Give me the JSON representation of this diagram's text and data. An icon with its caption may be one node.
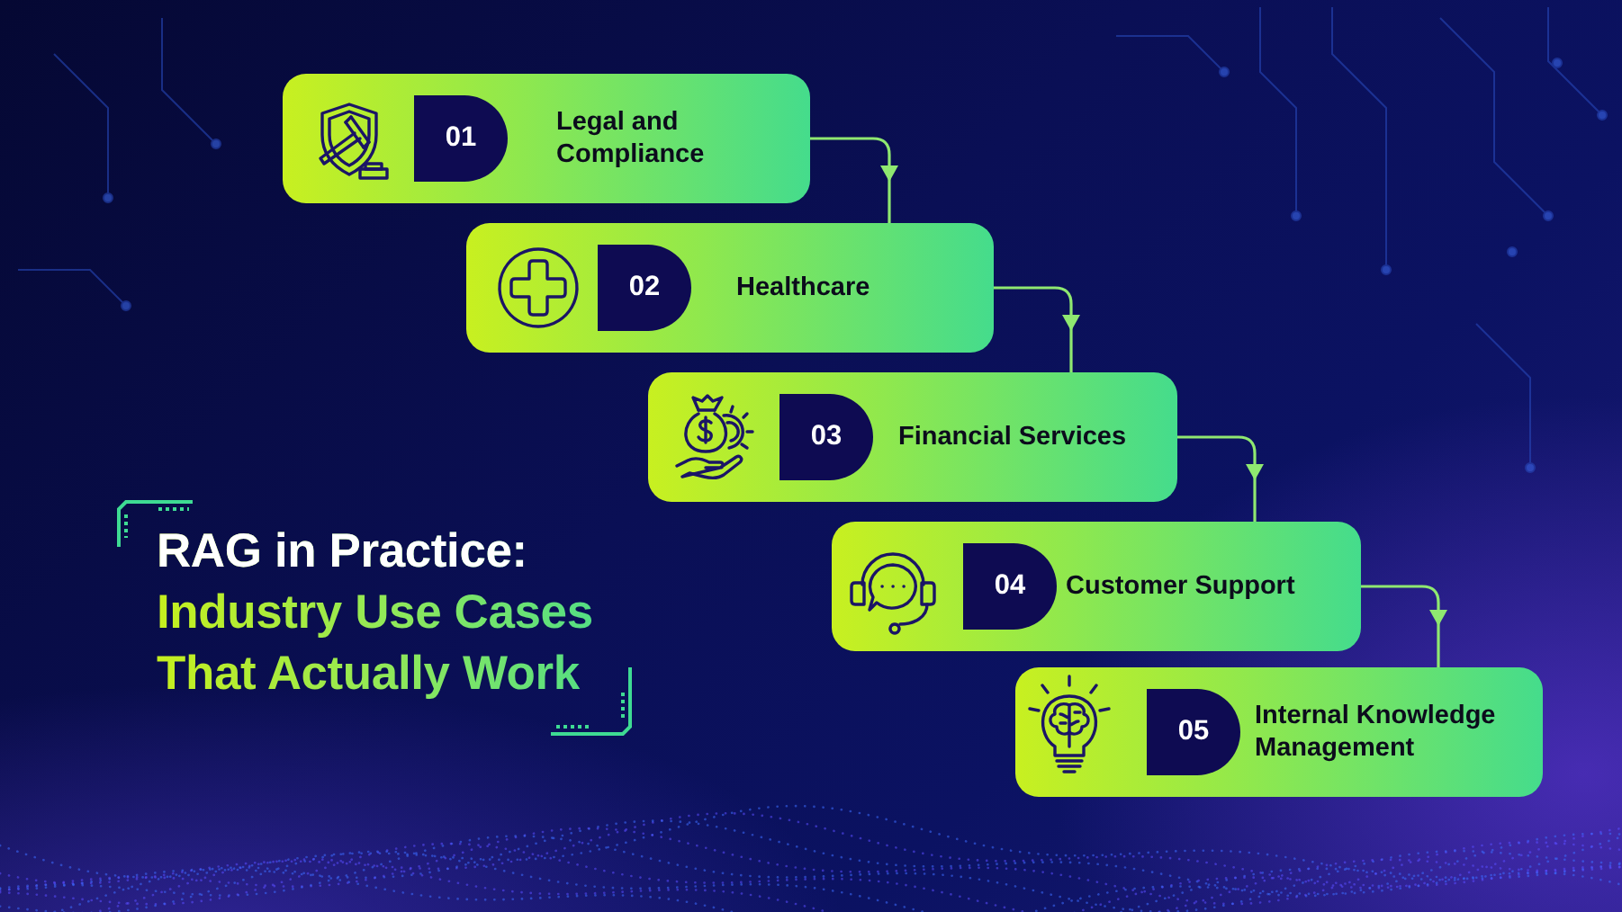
{
  "diagram": {
    "title": "RAG in Practice: Industry Use Cases That Actually Work",
    "nodes": [
      {
        "text": [
          "Legal and Compliance"
        ]
      },
      {
        "text": [
          "01"
        ],
        "in": 0
      },
      {
        "text": [
          "Healthcare"
        ]
      },
      {
        "text": [
          "02"
        ],
        "in": 2
      },
      {
        "text": [
          "Financial Services"
        ]
      },
      {
        "text": [
          "03"
        ],
        "in": 4
      },
      {
        "text": [
          "Customer Support"
        ]
      },
      {
        "text": [
          "04"
        ],
        "in": 6
      },
      {
        "text": [
          "Internal Knowledge Management"
        ]
      },
      {
        "text": [
          "05"
        ],
        "in": 8
      }
    ],
    "edges": [
      {
        "from": 0,
        "to": 2,
        "arrow": "to"
      },
      {
        "from": 2,
        "to": 4,
        "arrow": "to"
      },
      {
        "from": 4,
        "to": 6,
        "arrow": "to"
      },
      {
        "from": 6,
        "to": 8,
        "arrow": "to"
      }
    ]
  }
}
